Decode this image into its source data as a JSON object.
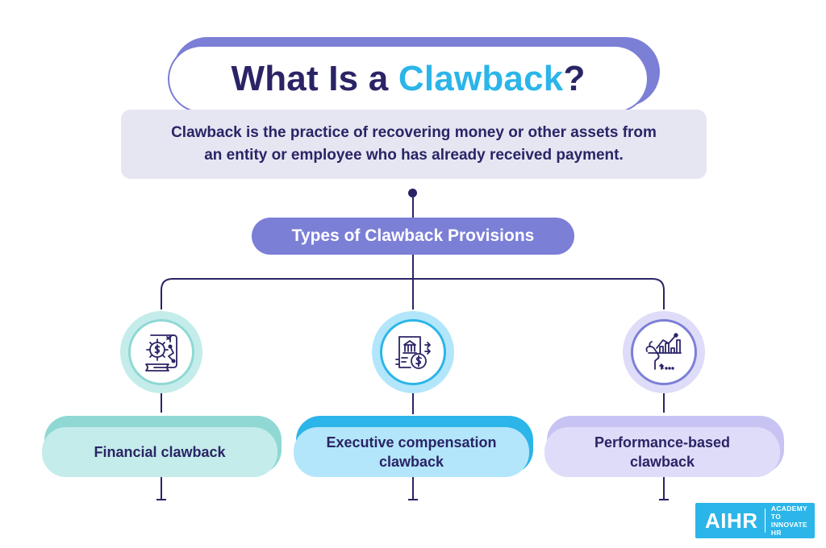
{
  "title": {
    "prefix": "What Is a ",
    "accent": "Clawback",
    "suffix": "?"
  },
  "definition": {
    "line1": "Clawback is the practice of recovering money or other assets from",
    "line2": "an entity or employee who has already received payment."
  },
  "provisions_label": "Types of Clawback Provisions",
  "types": [
    {
      "label_line1": "Financial clawback",
      "label_line2": "",
      "icon": "financial-gear-document-icon"
    },
    {
      "label_line1": "Executive compensation",
      "label_line2": "clawback",
      "icon": "bank-document-dollar-icon"
    },
    {
      "label_line1": "Performance-based",
      "label_line2": "clawback",
      "icon": "hand-bar-chart-icon"
    }
  ],
  "colors": {
    "navy": "#2a2466",
    "purple": "#7b7fd6",
    "cyan": "#2bb5e9",
    "teal_light": "#c4ecea",
    "blue_light": "#b3e6fb",
    "lavender_light": "#dedcf8"
  },
  "logo": {
    "main": "AIHR",
    "sub_line1": "ACADEMY TO",
    "sub_line2": "INNOVATE HR"
  }
}
